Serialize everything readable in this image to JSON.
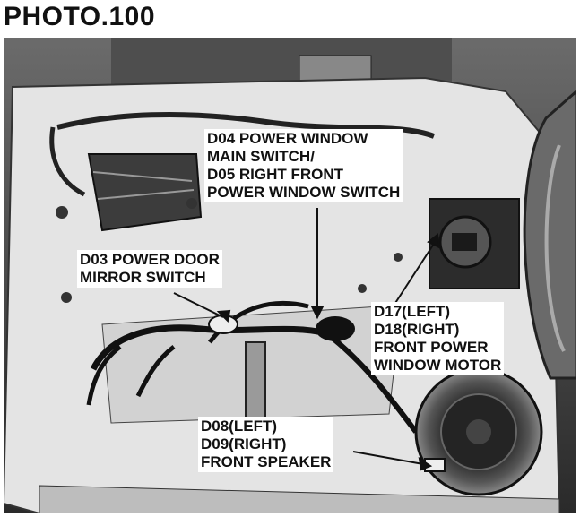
{
  "title": "PHOTO.100",
  "callouts": {
    "d04": "D04 POWER WINDOW\nMAIN SWITCH/\nD05 RIGHT FRONT\nPOWER WINDOW SWITCH",
    "d03": "D03 POWER DOOR\nMIRROR SWITCH",
    "d17": "D17(LEFT)\nD18(RIGHT)\nFRONT POWER\nWINDOW MOTOR",
    "d08": "D08(LEFT)\nD09(RIGHT)\nFRONT SPEAKER"
  }
}
